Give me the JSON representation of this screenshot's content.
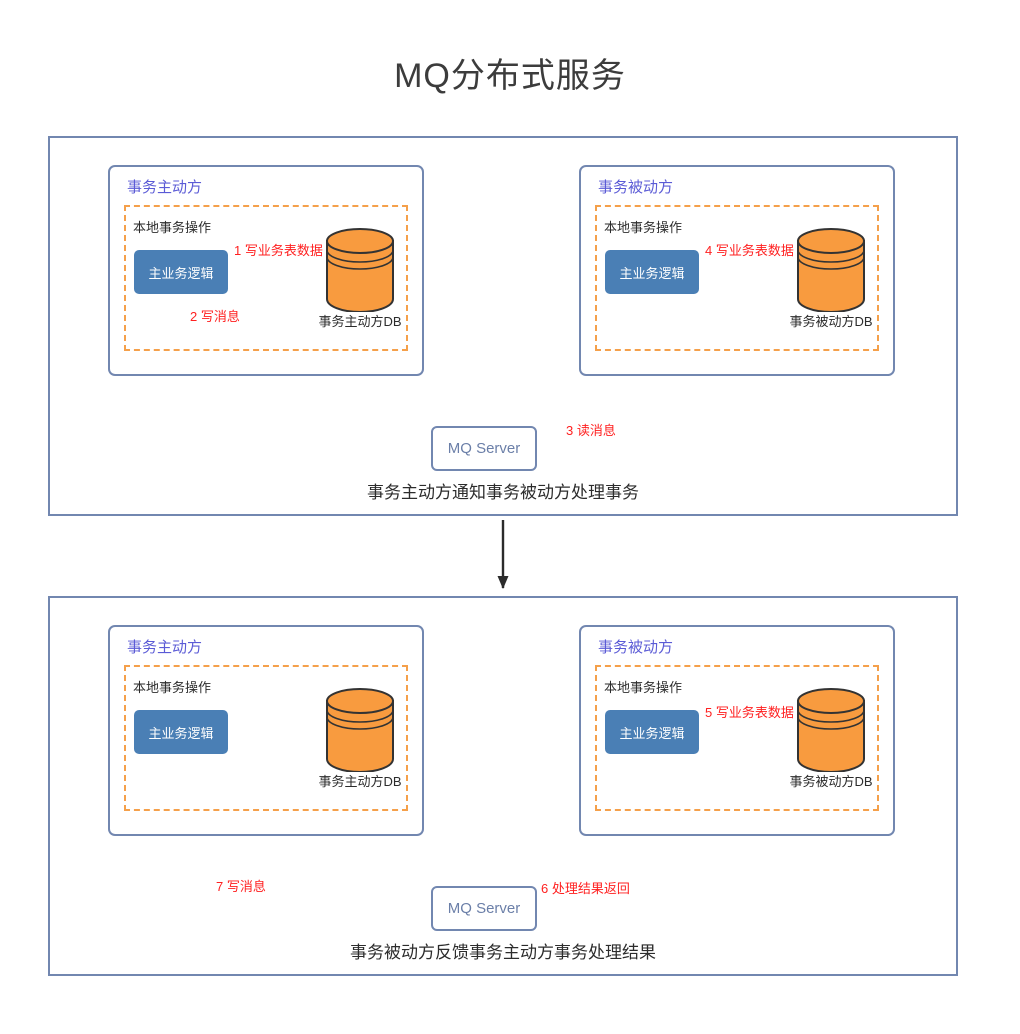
{
  "page": {
    "title": "MQ分布式服务",
    "background": "#ffffff"
  },
  "colors": {
    "panel_border": "#7287b0",
    "party_title": "#5b5bd6",
    "local_box_dashed": "#f5a04a",
    "biz_box_fill": "#4a7fb5",
    "biz_box_text": "#ffffff",
    "db_fill": "#f89b3f",
    "db_stroke": "#333333",
    "mq_border": "#7287b0",
    "mq_text": "#6b7fa8",
    "step_label": "#ff2020",
    "arrow_dark": "#2b2b2b",
    "arrow_gray": "#7a7a7a",
    "dashed_gray": "#8c8c8c",
    "caption_text": "#2c2c2c"
  },
  "sections": [
    {
      "id": "notify",
      "caption": "事务主动方通知事务被动方处理事务",
      "mq_server_label": "MQ Server",
      "parties": [
        {
          "id": "active",
          "title": "事务主动方",
          "local_label": "本地事务操作",
          "biz_label": "主业务逻辑",
          "db_caption": "事务主动方DB",
          "has_db_arrow": true
        },
        {
          "id": "passive",
          "title": "事务被动方",
          "local_label": "本地事务操作",
          "biz_label": "主业务逻辑",
          "db_caption": "事务被动方DB",
          "has_db_arrow": true
        }
      ],
      "steps": [
        {
          "num": "1",
          "text": "写业务表数据",
          "label": "1 写业务表数据"
        },
        {
          "num": "2",
          "text": "写消息",
          "label": "2  写消息"
        },
        {
          "num": "3",
          "text": "读消息",
          "label": "3  读消息"
        },
        {
          "num": "4",
          "text": "写业务表数据",
          "label": "4 写业务表数据"
        }
      ]
    },
    {
      "id": "feedback",
      "caption": "事务被动方反馈事务主动方事务处理结果",
      "mq_server_label": "MQ Server",
      "parties": [
        {
          "id": "active",
          "title": "事务主动方",
          "local_label": "本地事务操作",
          "biz_label": "主业务逻辑",
          "db_caption": "事务主动方DB",
          "has_db_arrow": false
        },
        {
          "id": "passive",
          "title": "事务被动方",
          "local_label": "本地事务操作",
          "biz_label": "主业务逻辑",
          "db_caption": "事务被动方DB",
          "has_db_arrow": true
        }
      ],
      "steps": [
        {
          "num": "5",
          "text": "写业务表数据",
          "label": "5 写业务表数据"
        },
        {
          "num": "6",
          "text": "处理结果返回",
          "label": "6    处理结果返回"
        },
        {
          "num": "7",
          "text": "写消息",
          "label": "7  写消息"
        }
      ]
    }
  ]
}
